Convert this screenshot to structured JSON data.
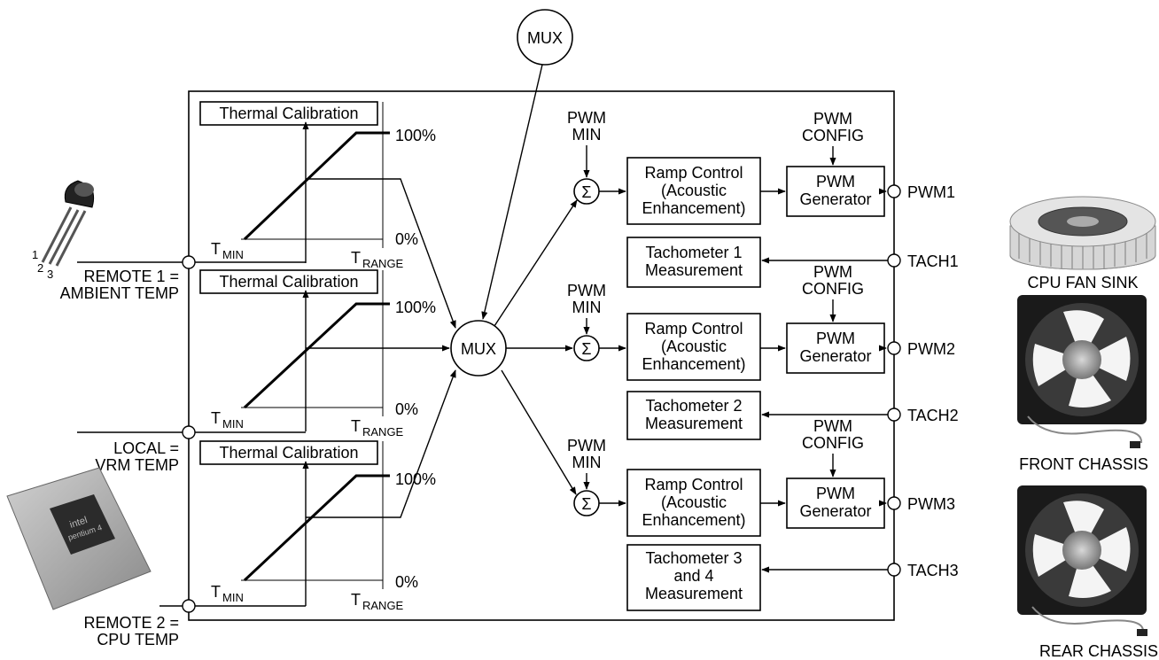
{
  "mux_top": "MUX",
  "mux_center": "MUX",
  "sensors": {
    "remote1": [
      "REMOTE 1 =",
      "AMBIENT TEMP"
    ],
    "local": [
      "LOCAL =",
      "VRM TEMP"
    ],
    "remote2": [
      "REMOTE 2 =",
      "CPU TEMP"
    ],
    "transistor_pins": [
      "1",
      "2",
      "3"
    ]
  },
  "calibration": {
    "title": "Thermal Calibration",
    "max": "100%",
    "min": "0%",
    "tmin": "T",
    "tmin_sub": "MIN",
    "trange": "T",
    "trange_sub": "RANGE"
  },
  "pwm_min": [
    "PWM",
    "MIN"
  ],
  "pwm_config": [
    "PWM",
    "CONFIG"
  ],
  "sigma": "Σ",
  "ramp": [
    "Ramp Control",
    "(Acoustic",
    "Enhancement)"
  ],
  "generator": [
    "PWM",
    "Generator"
  ],
  "tach1": [
    "Tachometer 1",
    "Measurement"
  ],
  "tach2": [
    "Tachometer 2",
    "Measurement"
  ],
  "tach3": [
    "Tachometer 3",
    "and 4",
    "Measurement"
  ],
  "pins": {
    "pwm1": "PWM1",
    "tach1": "TACH1",
    "pwm2": "PWM2",
    "tach2": "TACH2",
    "pwm3": "PWM3",
    "tach3": "TACH3"
  },
  "fans": {
    "cpu": "CPU FAN SINK",
    "front": "FRONT CHASSIS",
    "rear": "REAR CHASSIS"
  },
  "chip_logo": [
    "intel",
    "pentium 4"
  ]
}
